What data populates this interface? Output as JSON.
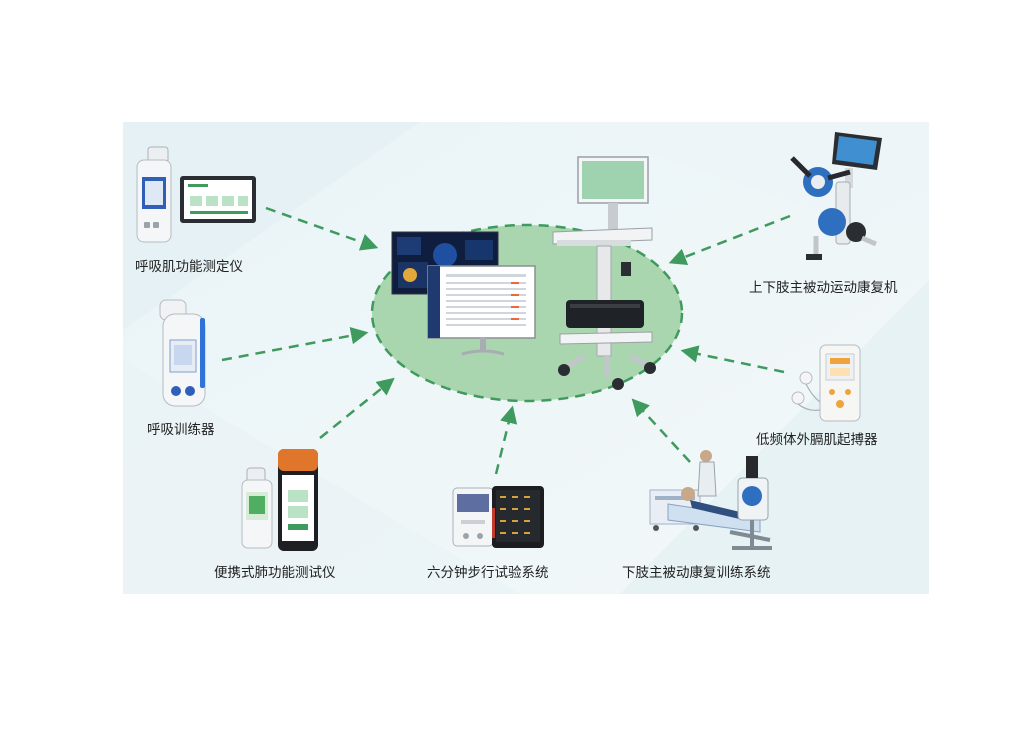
{
  "center": {
    "label": ""
  },
  "devices": [
    {
      "id": "respiratory-muscle-tester",
      "label": "呼吸肌功能测定仪"
    },
    {
      "id": "breathing-trainer",
      "label": "呼吸训练器"
    },
    {
      "id": "portable-spirometer",
      "label": "便携式肺功能测试仪"
    },
    {
      "id": "six-minute-walk",
      "label": "六分钟步行试验系统"
    },
    {
      "id": "lower-limb-trainer",
      "label": "下肢主被动康复训练系统"
    },
    {
      "id": "emg-stimulator",
      "label": "低频体外膈肌起搏器"
    },
    {
      "id": "upper-lower-limb-machine",
      "label": "上下肢主被动运动康复机"
    }
  ],
  "colors": {
    "accent": "#3f9a5e",
    "ellipse_fill": "#a9d6ae",
    "panel": "#eef6f8"
  }
}
